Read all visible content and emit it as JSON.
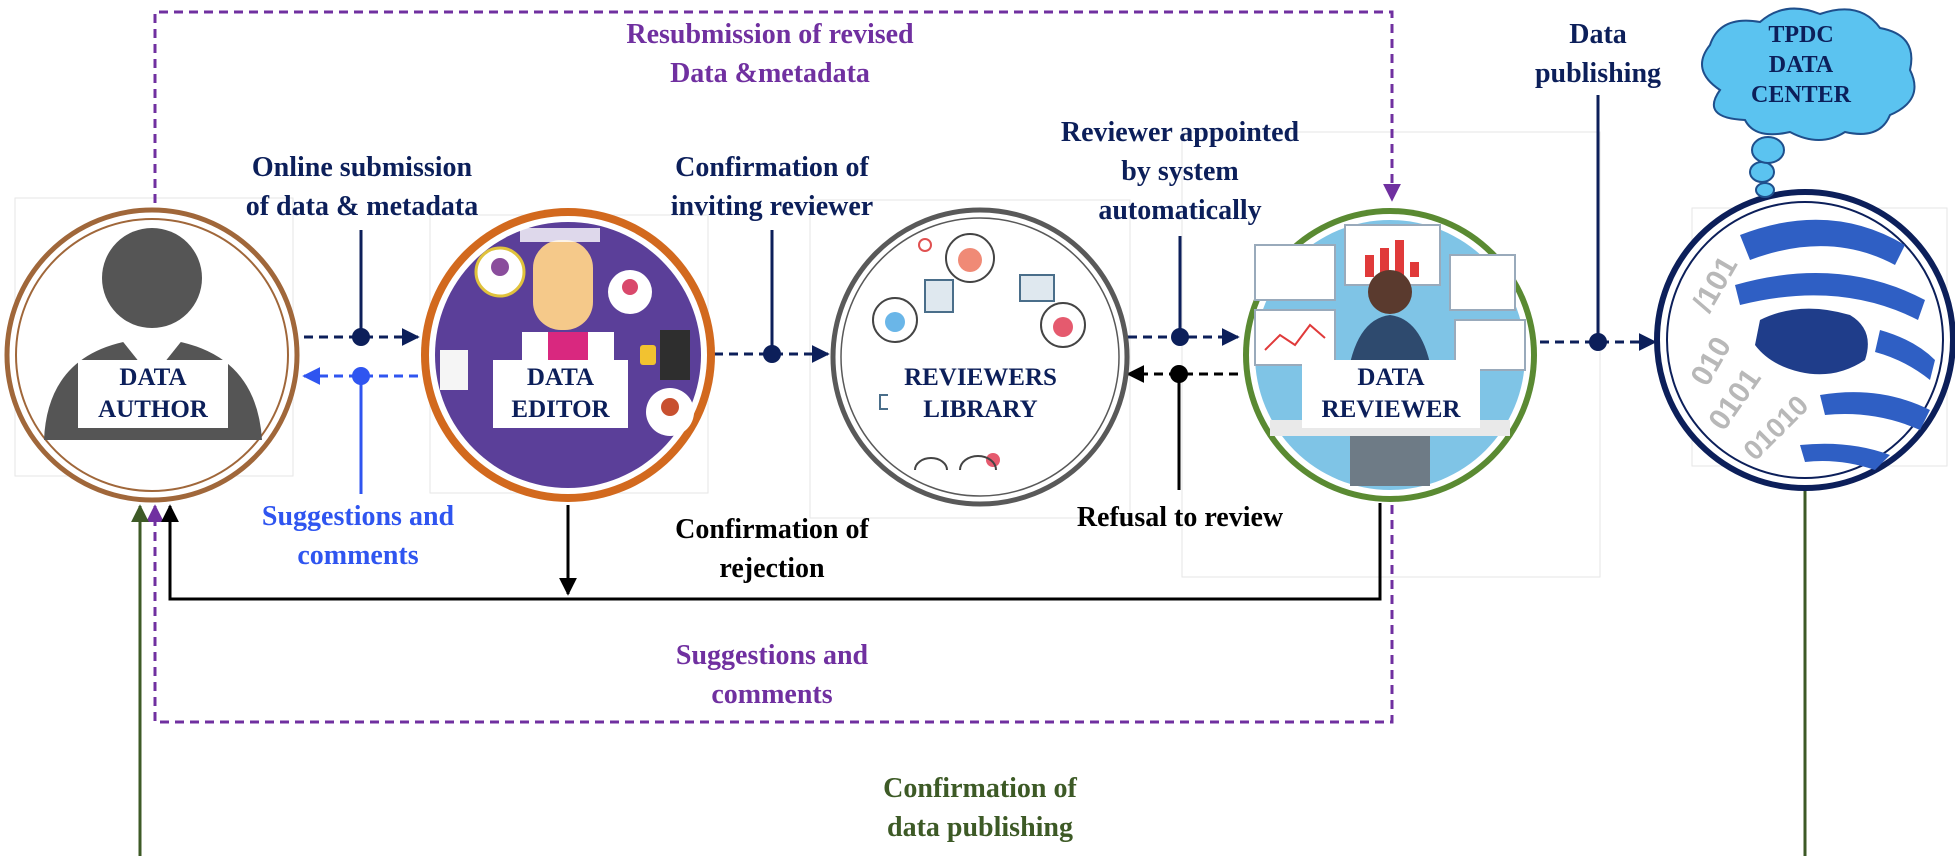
{
  "nodes": {
    "author": "DATA\nAUTHOR",
    "editor": "DATA\nEDITOR",
    "library": "REVIEWERS\nLIBRARY",
    "reviewer": "DATA\nREVIEWER",
    "center": "TPDC\nDATA\nCENTER"
  },
  "labels": {
    "resubmission": "Resubmission of revised\nData &metadata",
    "online_submission": "Online submission\nof data & metadata",
    "confirm_inviting": "Confirmation of\ninviting reviewer",
    "reviewer_appointed": "Reviewer appointed\nby system\nautomatically",
    "data_publishing": "Data\npublishing",
    "suggestions_blue": "Suggestions and\ncomments",
    "confirm_rejection": "Confirmation of\nrejection",
    "refusal": "Refusal to review",
    "suggestions_purple": "Suggestions and\ncomments",
    "confirm_publishing": "Confirmation of\ndata publishing"
  },
  "colors": {
    "navy": "#0c1f5a",
    "purple": "#7030a0",
    "blue": "#2f55f0",
    "green": "#3d5a26",
    "author_ring": "#a0673a",
    "editor_ring": "#d2691e",
    "library_ring": "#595959",
    "reviewer_ring": "#5a8a32",
    "center_ring": "#0c1f5a"
  },
  "icons": [
    "person-silhouette-icon",
    "editor-collage-icon",
    "reviewers-doodle-icon",
    "analytics-desk-icon",
    "globe-binary-icon",
    "thought-cloud-icon"
  ]
}
